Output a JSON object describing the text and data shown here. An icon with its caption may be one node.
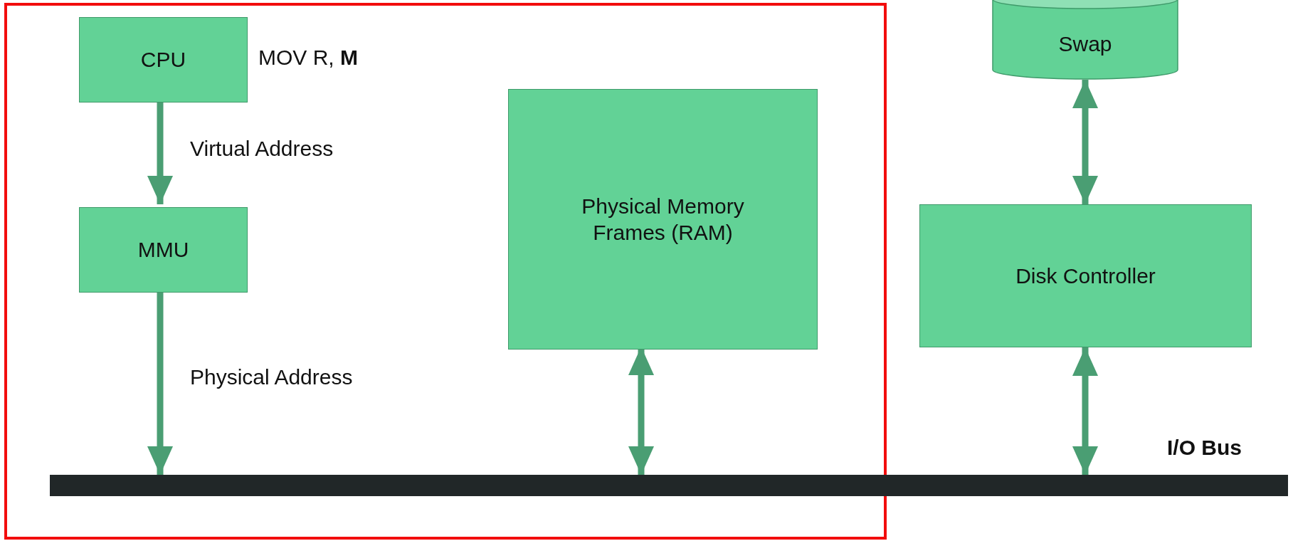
{
  "diagram": {
    "nodes": [
      {
        "text": [],
        "shape": "box"
      },
      {
        "text": [
          "CPU"
        ],
        "in": 0,
        "beside": [
          "MOV R, **M**"
        ]
      },
      {
        "text": [
          "MMU"
        ],
        "in": 0
      },
      {
        "text": [
          "Physical Memory Frames (RAM)"
        ],
        "in": 0
      },
      {
        "text": [
          "Swap"
        ]
      },
      {
        "text": [
          "Disk Controller"
        ]
      },
      {
        "text": [],
        "shape": "bar",
        "beside": [
          "I/O Bus"
        ]
      }
    ],
    "edges": [
      {
        "from": 1,
        "to": 2,
        "arrow": "to",
        "label": "Virtual Address"
      },
      {
        "from": 2,
        "to": 6,
        "arrow": "to",
        "label": "Physical Address"
      },
      {
        "from": 3,
        "to": 6,
        "arrow": "both"
      },
      {
        "from": 4,
        "to": 5,
        "arrow": "both"
      },
      {
        "from": 5,
        "to": 6,
        "arrow": "both"
      }
    ]
  }
}
